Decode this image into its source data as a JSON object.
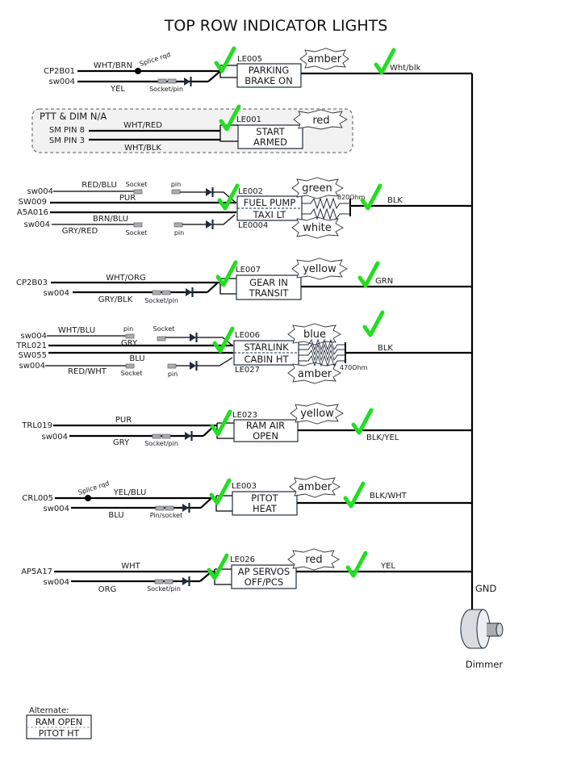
{
  "title": "TOP ROW INDICATOR LIGHTS",
  "colors": {
    "check": "#22dd22",
    "wire": "#000000",
    "box_border": "#1f2b3a",
    "connector": "#a9acb1",
    "group_bg": "#f2f2f2"
  },
  "circuits": [
    {
      "id": "parking-brake",
      "inputs": [
        {
          "source": "CP2B01",
          "wire": "WHT/BRN",
          "note": "Splice rqd"
        },
        {
          "source": "sw004",
          "wire": "YEL",
          "connector": "Socket/pin"
        }
      ],
      "lamp_id": "LE005",
      "label_lines": [
        "PARKING",
        "BRAKE ON"
      ],
      "color": "amber",
      "output_wire": "Wht/blk"
    },
    {
      "id": "start-armed",
      "group_label": "PTT & DIM N/A",
      "inputs": [
        {
          "source": "SM PIN 8",
          "wire": "WHT/RED"
        },
        {
          "source": "SM PIN 3",
          "wire": "WHT/BLK"
        }
      ],
      "lamp_id": "LE001",
      "label_lines": [
        "START",
        "ARMED"
      ],
      "color": "red"
    },
    {
      "id": "fuel-pump-taxi",
      "inputs": [
        {
          "source": "sw004",
          "wire": "RED/BLU",
          "socket": "Socket",
          "pin": "pin"
        },
        {
          "source": "SW009",
          "wire": "PUR"
        },
        {
          "source": "A5A016",
          "wire": "BRN/BLU"
        },
        {
          "source": "sw004",
          "wire": "GRY/RED",
          "socket": "Socket",
          "pin": "pin"
        }
      ],
      "lamp_id": "LE002",
      "lamp_id_2": "LE0004",
      "label_lines": [
        "FUEL PUMP",
        "TAXI LT"
      ],
      "color": "green",
      "color_2": "white",
      "resistor": "820Ohm",
      "output_wire": "BLK"
    },
    {
      "id": "gear-in-transit",
      "inputs": [
        {
          "source": "CP2B03",
          "wire": "WHT/ORG"
        },
        {
          "source": "sw004",
          "wire": "GRY/BLK",
          "connector": "Socket/pin"
        }
      ],
      "lamp_id": "LE007",
      "label_lines": [
        "GEAR IN",
        "TRANSIT"
      ],
      "color": "yellow",
      "output_wire": "GRN"
    },
    {
      "id": "starlink-cabin",
      "inputs": [
        {
          "source": "sw004",
          "wire": "WHT/BLU",
          "pin": "pin",
          "socket": "Socket"
        },
        {
          "source": "TRL021",
          "wire": "GRY"
        },
        {
          "source": "SW055",
          "wire": "BLU"
        },
        {
          "source": "sw004",
          "wire": "RED/WHT",
          "socket": "Socket",
          "pin": "pin"
        }
      ],
      "lamp_id": "LE006",
      "lamp_id_2": "LE027",
      "label_lines": [
        "STARLINK",
        "CABIN HT"
      ],
      "color": "blue",
      "color_2": "amber",
      "resistor": "470Ohm",
      "output_wire": "BLK"
    },
    {
      "id": "ram-air",
      "inputs": [
        {
          "source": "TRL019",
          "wire": "PUR"
        },
        {
          "source": "sw004",
          "wire": "GRY",
          "connector": "Socket/pin"
        }
      ],
      "lamp_id": "LE023",
      "label_lines": [
        "RAM AIR",
        "OPEN"
      ],
      "color": "yellow",
      "output_wire": "BLK/YEL"
    },
    {
      "id": "pitot-heat",
      "inputs": [
        {
          "source": "CRL005",
          "wire": "YEL/BLU",
          "note": "Splice rqd"
        },
        {
          "source": "sw004",
          "wire": "BLU",
          "connector": "Pin/socket"
        }
      ],
      "lamp_id": "LE003",
      "label_lines": [
        "PITOT",
        "HEAT"
      ],
      "color": "amber",
      "output_wire": "BLK/WHT"
    },
    {
      "id": "ap-servos",
      "inputs": [
        {
          "source": "AP5A17",
          "wire": "WHT"
        },
        {
          "source": "sw004",
          "wire": "ORG",
          "connector": "Socket/pin"
        }
      ],
      "lamp_id": "LE026",
      "label_lines": [
        "AP SERVOS",
        "OFF/PCS"
      ],
      "color": "red",
      "output_wire": "YEL"
    }
  ],
  "ground": {
    "label": "GND",
    "device": "Dimmer"
  },
  "alternate": {
    "label": "Alternate:",
    "lines": [
      "RAM OPEN",
      "PITOT HT"
    ]
  }
}
